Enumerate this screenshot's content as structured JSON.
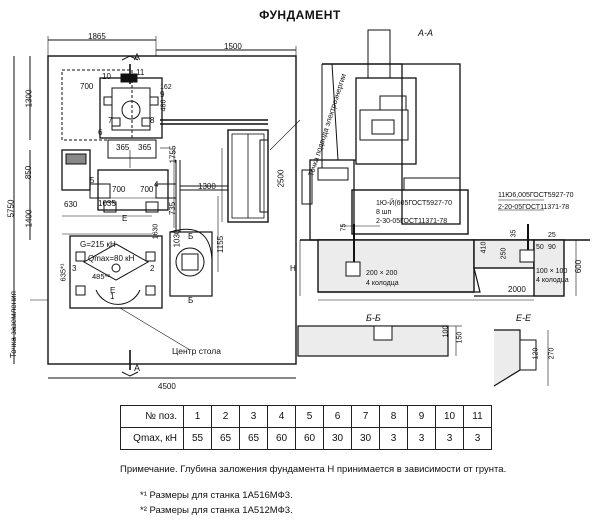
{
  "title": "ФУНДАМЕНТ",
  "plan_dims": {
    "d1865": "1865",
    "d1500": "1500",
    "d700": "700",
    "d1300": "1300",
    "d5750": "5750",
    "d850": "850",
    "d1400": "1400",
    "d630": "630",
    "d700b": "700",
    "d700c": "700",
    "d1035": "1035",
    "d365": "365",
    "d365b": "365",
    "d1755": "1755",
    "d2500": "2500",
    "d1300b": "1300",
    "d1030": "1030",
    "d1155": "1155",
    "d735": "735",
    "d4500": "4500",
    "d486": "486",
    "d162": "162",
    "d1630": "1630"
  },
  "plan_labels": {
    "section_a_top": "A",
    "section_a_bottom": "A",
    "section_b": "Б",
    "section_b2": "Б",
    "section_e": "Е",
    "section_e2": "Е",
    "g_force": "G=215 кН",
    "q_max": "Qmax=80 кН",
    "pit_line": "Точка заземления",
    "power_line": "Точка подвода электроэнергии",
    "table_center": "Центр стола",
    "angle_a": "635*¹",
    "angle_b": "485*²",
    "n1": "1",
    "n2": "2",
    "n3": "3",
    "n4": "4",
    "n5": "5",
    "n6": "6",
    "n7": "7",
    "n8": "8",
    "n9": "9",
    "n10": "10",
    "n11": "11"
  },
  "section_aa": {
    "label": "А-А",
    "bolt1_a": "1Ю-Й(605ГОСТ5927-70",
    "bolt1_b": "8 шп",
    "bolt1_c": "2-30-05ГОСТ11371-78",
    "bolt2_a": "11Ю6,005ГОСТ5927-70",
    "bolt2_b": "2-20-05ГОСТ11371-78",
    "d200": "200 × 200",
    "d4": "4 колодца",
    "d100": "100 × 100",
    "d4b": "4 колодца",
    "d2000": "2000",
    "d600": "600",
    "d410": "410",
    "d75": "75",
    "d35": "35",
    "d250": "250",
    "d50": "50",
    "d90": "90",
    "d25": "25",
    "h": "Н"
  },
  "section_bb": {
    "label": "Б-Б",
    "d100": "100",
    "d150": "150"
  },
  "section_ee": {
    "label": "Е-Е",
    "d270": "270",
    "d120": "120"
  },
  "load_table": {
    "row1_label": "№ поз.",
    "row2_label": "Qmax, кН",
    "positions": [
      "1",
      "2",
      "3",
      "4",
      "5",
      "6",
      "7",
      "8",
      "9",
      "10",
      "11"
    ],
    "loads": [
      "55",
      "65",
      "65",
      "60",
      "60",
      "30",
      "30",
      "3",
      "3",
      "3",
      "3"
    ]
  },
  "notes": {
    "main": "Примечание. Глубина заложения фундамента Н принимается в зависимости от грунта.",
    "n1": "*¹ Размеры для станка 1А516МФ3.",
    "n2": "*² Размеры для станка 1А512МФ3."
  }
}
